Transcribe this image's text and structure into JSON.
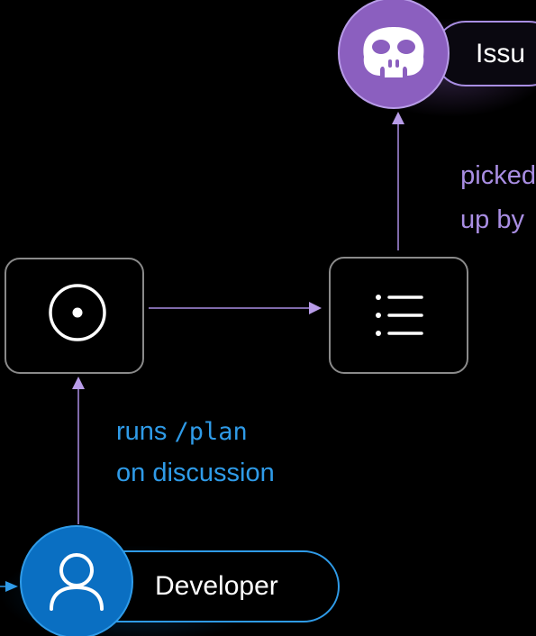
{
  "nodes": {
    "issue_bot": {
      "label": "Issu"
    },
    "discussion": {
      "icon": "circle-dot-icon"
    },
    "plan": {
      "icon": "list-icon"
    },
    "developer": {
      "label": "Developer",
      "icon": "user-icon"
    }
  },
  "edges": {
    "picked_up": {
      "line1": "picked",
      "line2": "up by"
    },
    "runs_plan": {
      "line1_prefix": "runs",
      "line1_command": "/plan",
      "line2": "on discussion"
    }
  },
  "colors": {
    "background": "#000000",
    "purple": "#8b5fbf",
    "purple_light": "#a98ee3",
    "blue": "#0a6fc2",
    "blue_light": "#2f9be8",
    "node_border": "#8a8a8a",
    "text": "#ffffff"
  }
}
